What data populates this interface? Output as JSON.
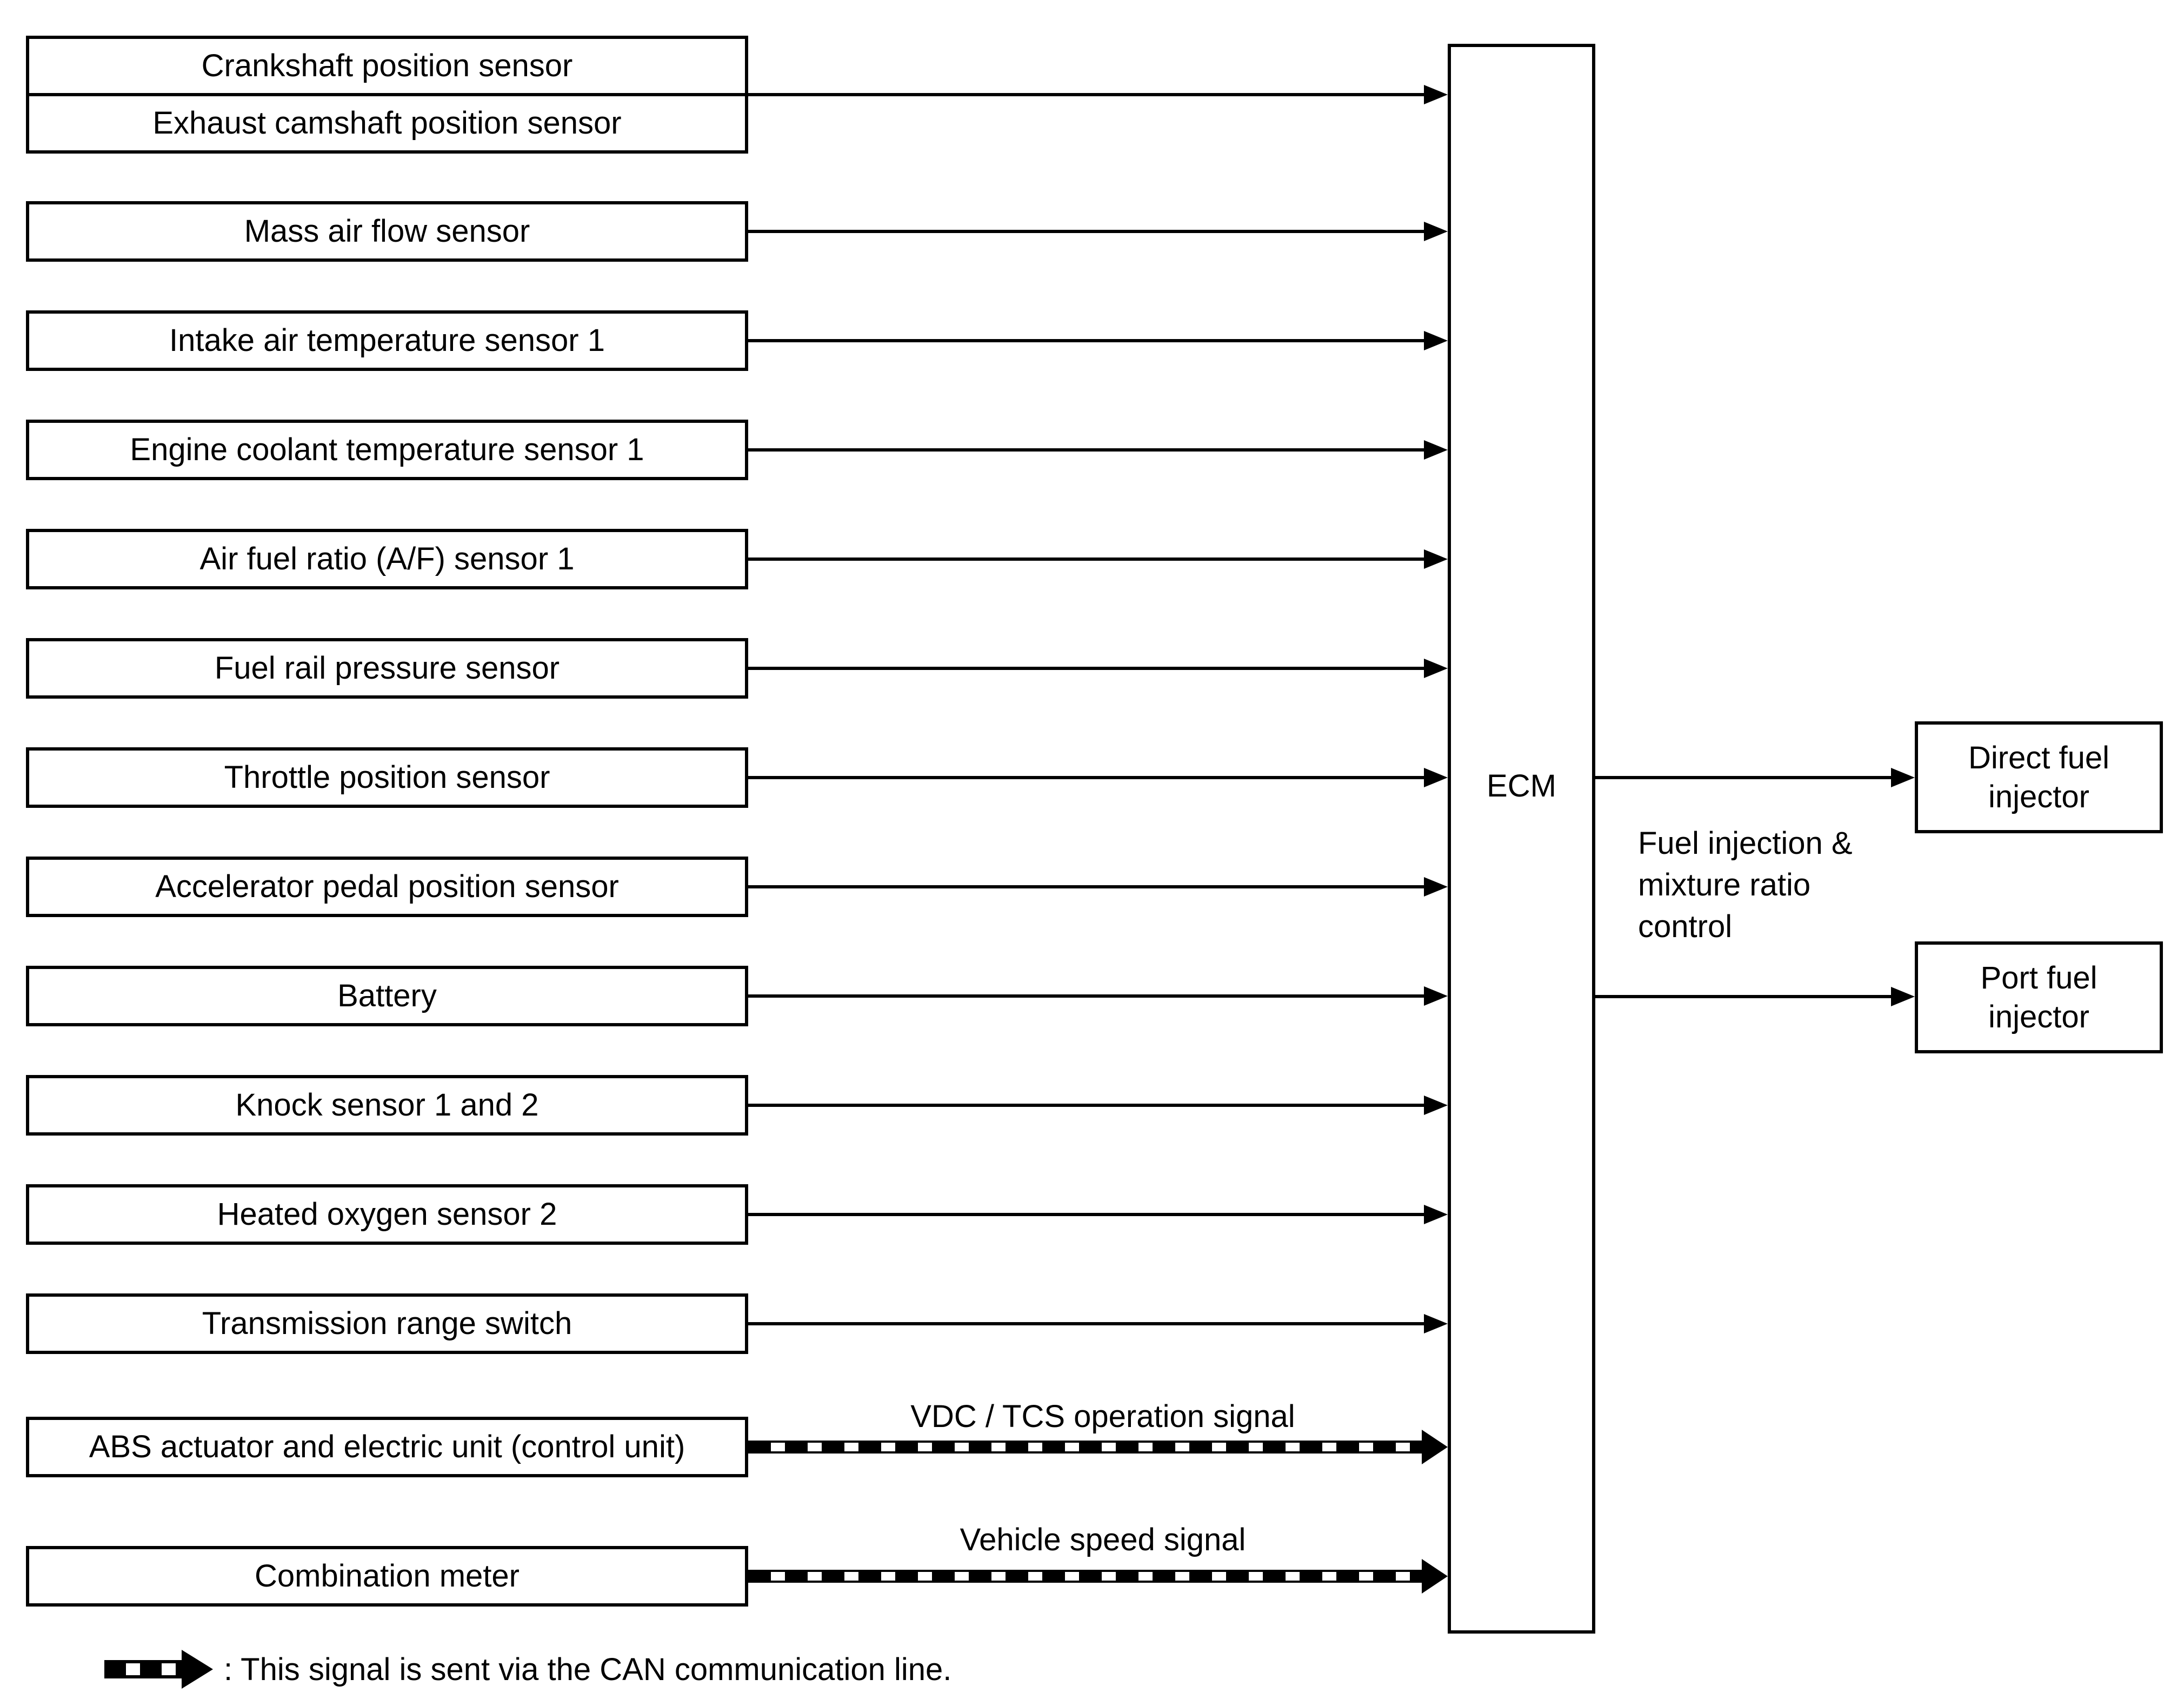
{
  "inputs": [
    "Crankshaft position sensor",
    "Exhaust camshaft position sensor",
    "Mass air flow sensor",
    "Intake air temperature sensor 1",
    "Engine coolant temperature sensor 1",
    "Air fuel ratio (A/F) sensor 1",
    "Fuel rail pressure sensor",
    "Throttle position sensor",
    "Accelerator pedal position sensor",
    "Battery",
    "Knock sensor 1 and 2",
    "Heated oxygen sensor 2",
    "Transmission range switch",
    "ABS actuator and electric unit (control unit)",
    "Combination meter"
  ],
  "ecm": {
    "label": "ECM"
  },
  "can_signals": [
    {
      "label": "VDC / TCS operation signal"
    },
    {
      "label": "Vehicle speed signal"
    }
  ],
  "output_note": {
    "line1": "Fuel injection &",
    "line2": "mixture ratio",
    "line3": "control"
  },
  "outputs": [
    {
      "line1": "Direct fuel",
      "line2": "injector"
    },
    {
      "line1": "Port fuel",
      "line2": "injector"
    }
  ],
  "legend": {
    "text": ": This signal is sent via the CAN communication line."
  },
  "colors": {
    "foreground": "#000000",
    "background": "#ffffff"
  }
}
